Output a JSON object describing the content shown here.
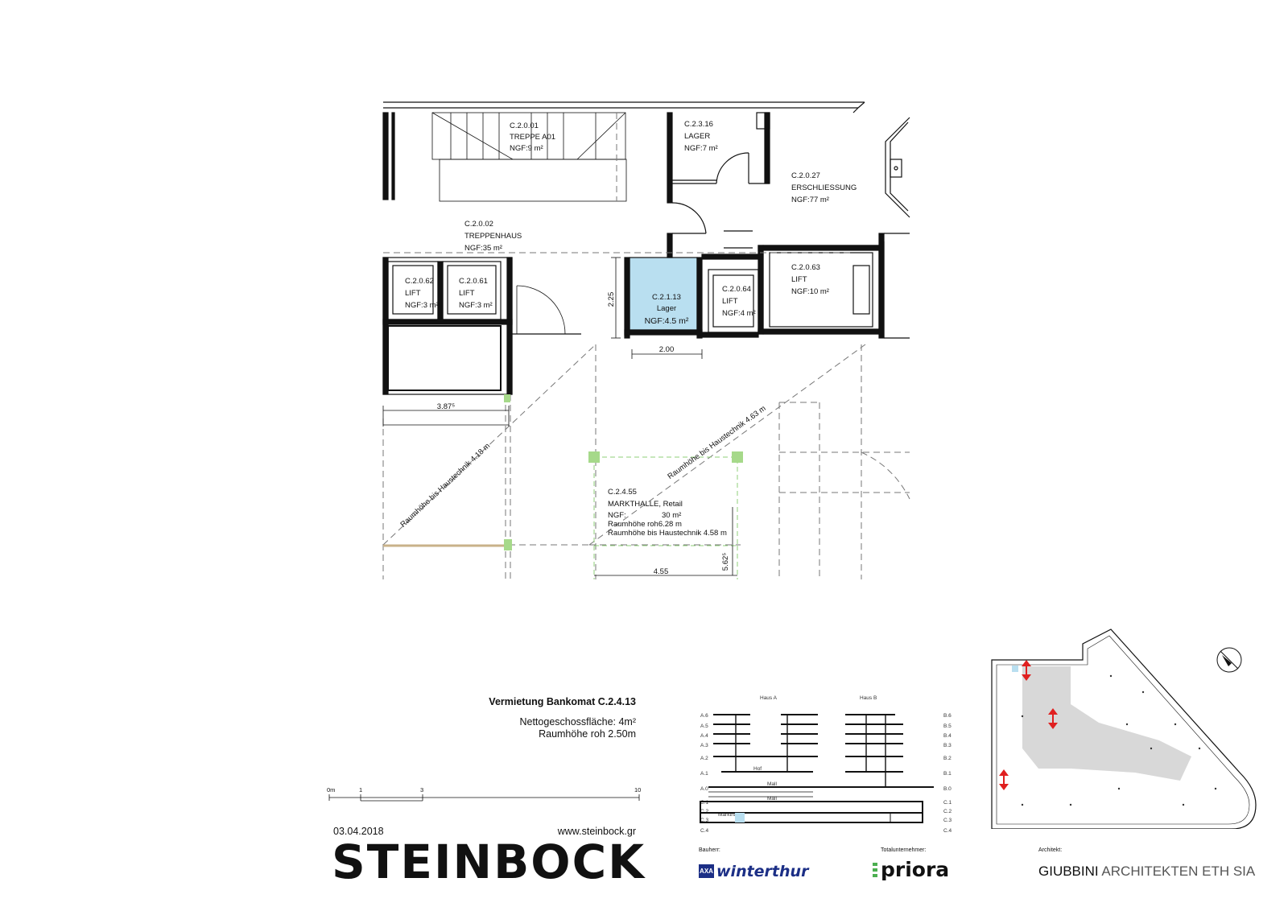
{
  "plan": {
    "rooms": [
      {
        "code": "C.2.0.01",
        "name": "TREPPE A01",
        "area": "NGF:9 m²"
      },
      {
        "code": "C.2.3.16",
        "name": "LAGER",
        "area": "NGF:7 m²"
      },
      {
        "code": "C.2.0.27",
        "name": "ERSCHLIESSUNG",
        "area": "NGF:77 m²"
      },
      {
        "code": "C.2.0.02",
        "name": "TREPPENHAUS",
        "area": "NGF:35 m²"
      },
      {
        "code": "C.2.0.62",
        "name": "LIFT",
        "area": "NGF:3 m²"
      },
      {
        "code": "C.2.0.61",
        "name": "LIFT",
        "area": "NGF:3 m²"
      },
      {
        "code": "C.2.1.13",
        "name": "Lager",
        "area": "NGF:4.5 m²"
      },
      {
        "code": "C.2.0.64",
        "name": "LIFT",
        "area": "NGF:4 m²"
      },
      {
        "code": "C.2.0.63",
        "name": "LIFT",
        "area": "NGF:10 m²"
      }
    ],
    "markthalle": {
      "code": "C.2.4.55",
      "name": "MARKTHALLE, Retail",
      "ngf_label": "NGF:",
      "ngf_value": "30 m²",
      "height_raw": "Raumhöhe roh6.28 m",
      "height_tech": "Raumhöhe bis Haustechnik 4.58 m"
    },
    "dimensions": {
      "lager_height": "2.25",
      "lager_width": "2.00",
      "left_width": "3.87⁵",
      "markthalle_width": "4.55",
      "markthalle_height": "5.62⁵"
    },
    "diagonal_labels": {
      "left": "Raumhöhe bis Haustechnik 4.18 m",
      "right": "Raumhöhe bis Haustechnik 4.63 m"
    },
    "highlight_color": "#b9dff0"
  },
  "sheet": {
    "title": "Vermietung Bankomat C.2.4.13",
    "net_area": "Nettogeschossfläche: 4m²",
    "room_height": "Raumhöhe roh 2.50m",
    "date": "03.04.2018",
    "url": "www.steinbock.gr",
    "logo": "STEINBOCK"
  },
  "scale_bar": {
    "ticks": [
      "0m",
      "1",
      "3",
      "10"
    ]
  },
  "section": {
    "haus_a": "Haus A",
    "haus_b": "Haus B",
    "levels_left": [
      "A.6",
      "A.5",
      "A.4",
      "A.3",
      "A.2",
      "A.1",
      "A.0",
      "C.1",
      "C.2",
      "C.3",
      "C.4"
    ],
    "levels_right": [
      "B.6",
      "B.5",
      "B.4",
      "B.3",
      "B.2",
      "B.1",
      "B.0",
      "C.1",
      "C.2",
      "C.3",
      "C.4"
    ],
    "hof": "Hof",
    "mall1": "Mall",
    "mall2": "Mall",
    "markthalle": "Markthalle"
  },
  "credits": {
    "bauherr_label": "Bauherr:",
    "bauherr": "winterthur",
    "bauherr_mark": "AXA",
    "totalunternehmer_label": "Totalunternehmer:",
    "totalunternehmer": "priora",
    "architekt_label": "Architekt:",
    "architekt_first": "GIUBBINI",
    "architekt_rest": "ARCHITEKTEN ETH SIA"
  },
  "colors": {
    "lift_arrow": "#e02020",
    "green_marker": "#a6d98a",
    "key_plan_fill": "#d8d8d8"
  }
}
